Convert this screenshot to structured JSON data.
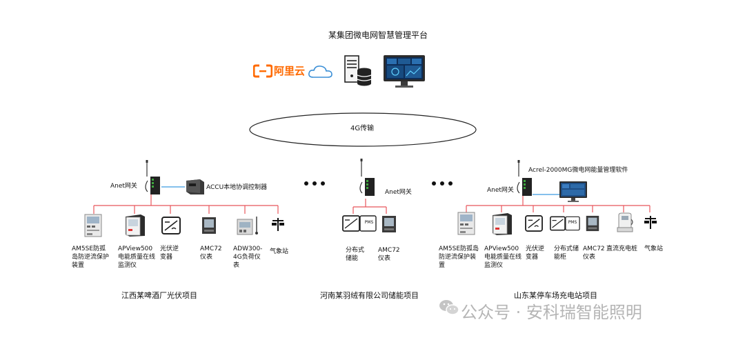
{
  "platform": {
    "title": "某集团微电网智慧管理平台",
    "aliyun_text": "阿里云"
  },
  "network": {
    "label": "4G传输"
  },
  "project1": {
    "name": "江西某啤酒厂光伏项目",
    "gateway_label": "Anet网关",
    "controller_label": "ACCU本地协调控制器",
    "devices": [
      "AM5SE防孤岛防逆流保护装置",
      "APView500电能质量在线监测仪",
      "光伏逆变器",
      "AMC72仪表",
      "ADW300-4G负荷仪表",
      "气象站"
    ]
  },
  "project2": {
    "name": "河南某羽绒有限公司储能项目",
    "gateway_label": "Anet网关",
    "devices": [
      "分布式储能",
      "AMC72仪表"
    ],
    "pcs_text": "PMS"
  },
  "project3": {
    "name": "山东某停车场充电站项目",
    "gateway_label": "Anet网关",
    "software_label": "Acrel-2000MG微电网能量管理软件",
    "devices": [
      "AM5SE防孤岛防逆流保护装置",
      "APView500电能质量在线监测仪",
      "光伏逆变器",
      "分布式储能柜",
      "AMC72仪表",
      "直流充电桩",
      "气象站"
    ],
    "pcs_text": "PMS"
  },
  "watermark": {
    "text": "公众号 · 安科瑞智能照明"
  },
  "colors": {
    "bus": "#e8555b",
    "link": "#3a9be0",
    "aliyun": "#ff6a00",
    "cloud": "#3b8fd6"
  }
}
